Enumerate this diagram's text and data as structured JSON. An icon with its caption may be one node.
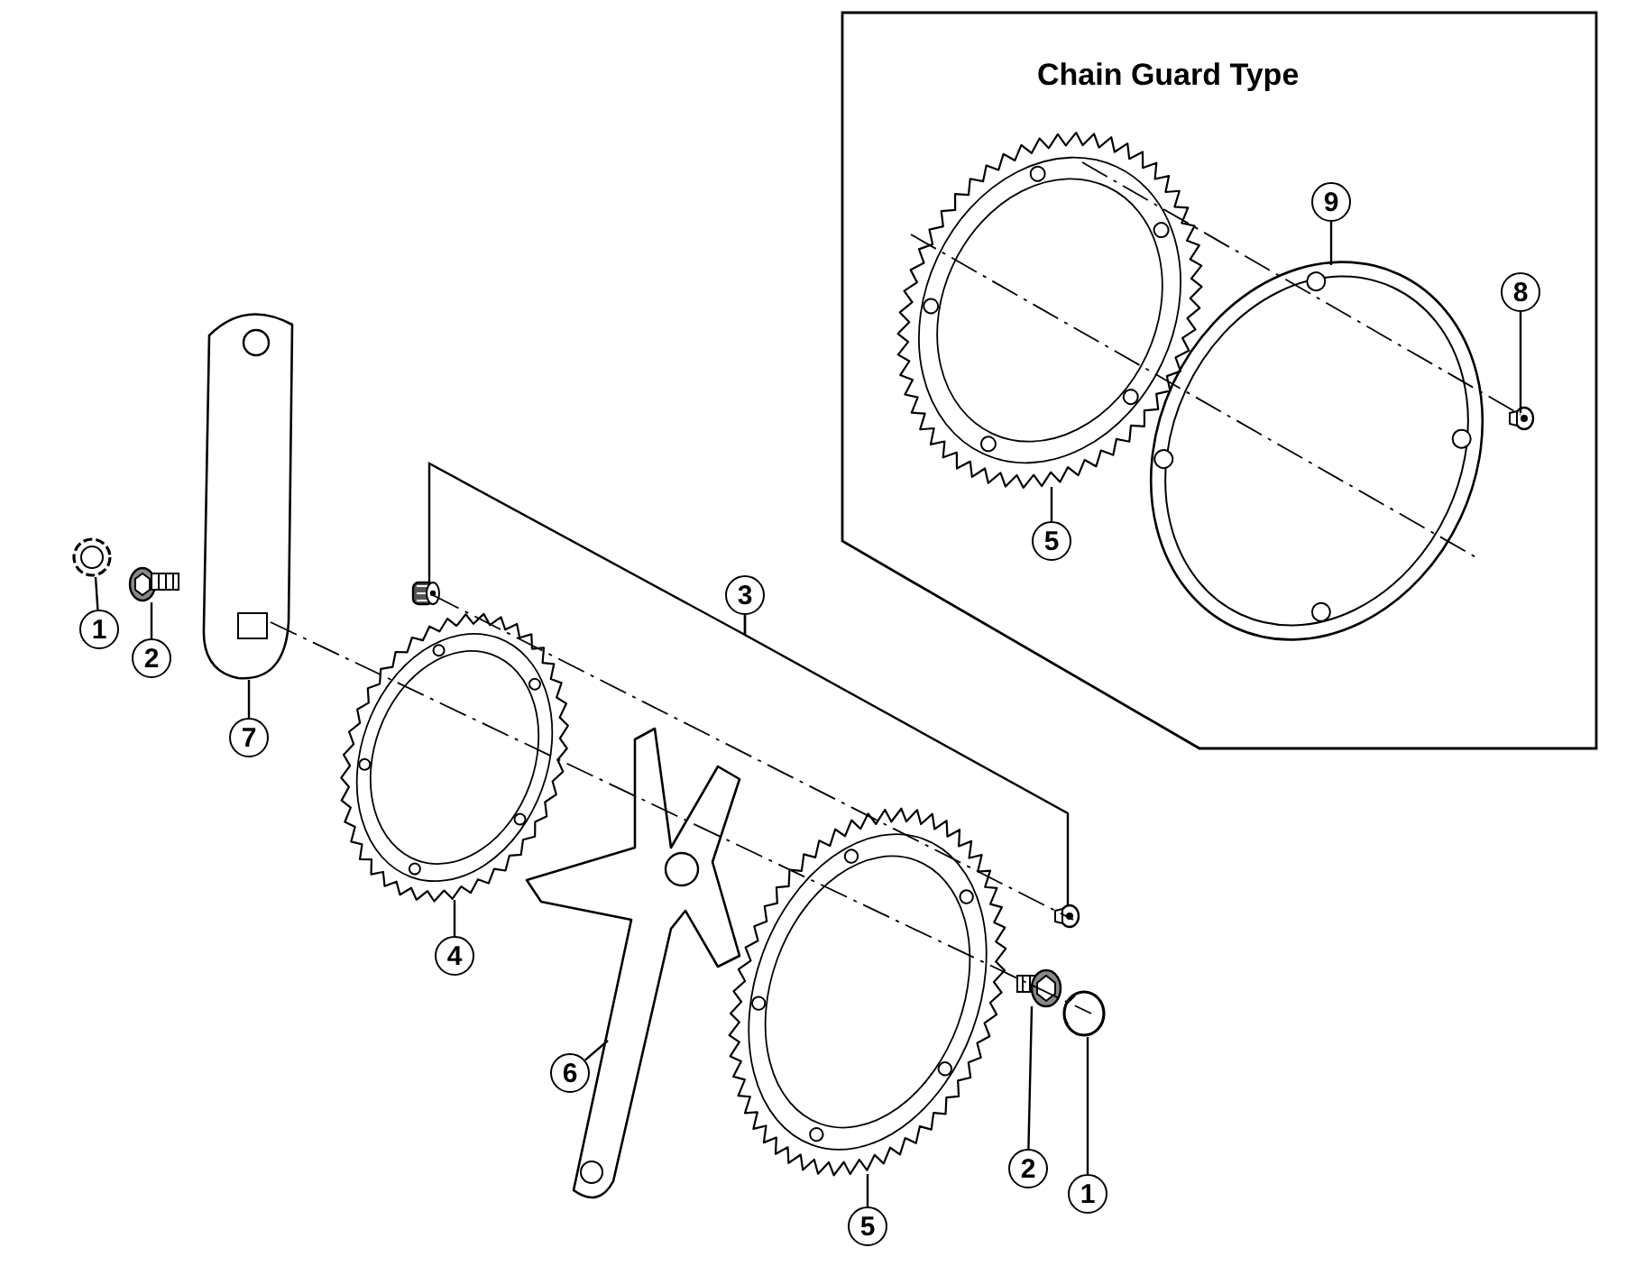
{
  "diagram": {
    "nodes": [
      {
        "text": [
          "Chain Guard Type"
        ]
      },
      {
        "text": [],
        "shape": "picture",
        "in": 0
      },
      {
        "text": [],
        "shape": "picture",
        "in": 0
      },
      {
        "text": [],
        "shape": "picture",
        "in": 0
      },
      {
        "text": [
          "5"
        ],
        "in": 0
      },
      {
        "text": [
          "9"
        ],
        "in": 0
      },
      {
        "text": [
          "8"
        ],
        "in": 0
      },
      {
        "text": [],
        "shape": "picture"
      },
      {
        "text": [],
        "shape": "picture"
      },
      {
        "text": [],
        "shape": "picture"
      },
      {
        "text": [
          "1"
        ]
      },
      {
        "text": [
          "2"
        ]
      },
      {
        "text": [
          "7"
        ]
      },
      {
        "text": [],
        "shape": "picture"
      },
      {
        "text": [],
        "shape": "picture"
      },
      {
        "text": [],
        "shape": "picture"
      },
      {
        "text": [],
        "shape": "picture"
      },
      {
        "text": [],
        "shape": "picture"
      },
      {
        "text": [],
        "shape": "picture"
      },
      {
        "text": [],
        "shape": "picture"
      },
      {
        "text": [
          "3"
        ]
      },
      {
        "text": [
          "4"
        ]
      },
      {
        "text": [
          "6"
        ]
      },
      {
        "text": [
          "5"
        ]
      },
      {
        "text": [
          "2"
        ]
      },
      {
        "text": [
          "1"
        ]
      }
    ],
    "edges": [
      {
        "from": 10,
        "to": 7,
        "arrow": "none"
      },
      {
        "from": 11,
        "to": 8,
        "arrow": "none"
      },
      {
        "from": 12,
        "to": 9,
        "arrow": "none"
      },
      {
        "from": 20,
        "to": 13,
        "arrow": "none"
      },
      {
        "from": 20,
        "to": 17,
        "arrow": "none"
      },
      {
        "from": 21,
        "to": 14,
        "arrow": "none"
      },
      {
        "from": 22,
        "to": 15,
        "arrow": "none"
      },
      {
        "from": 23,
        "to": 16,
        "arrow": "none"
      },
      {
        "from": 24,
        "to": 18,
        "arrow": "none"
      },
      {
        "from": 25,
        "to": 19,
        "arrow": "none"
      },
      {
        "from": 4,
        "to": 1,
        "arrow": "none"
      },
      {
        "from": 5,
        "to": 2,
        "arrow": "none"
      },
      {
        "from": 6,
        "to": 3,
        "arrow": "none"
      }
    ]
  }
}
